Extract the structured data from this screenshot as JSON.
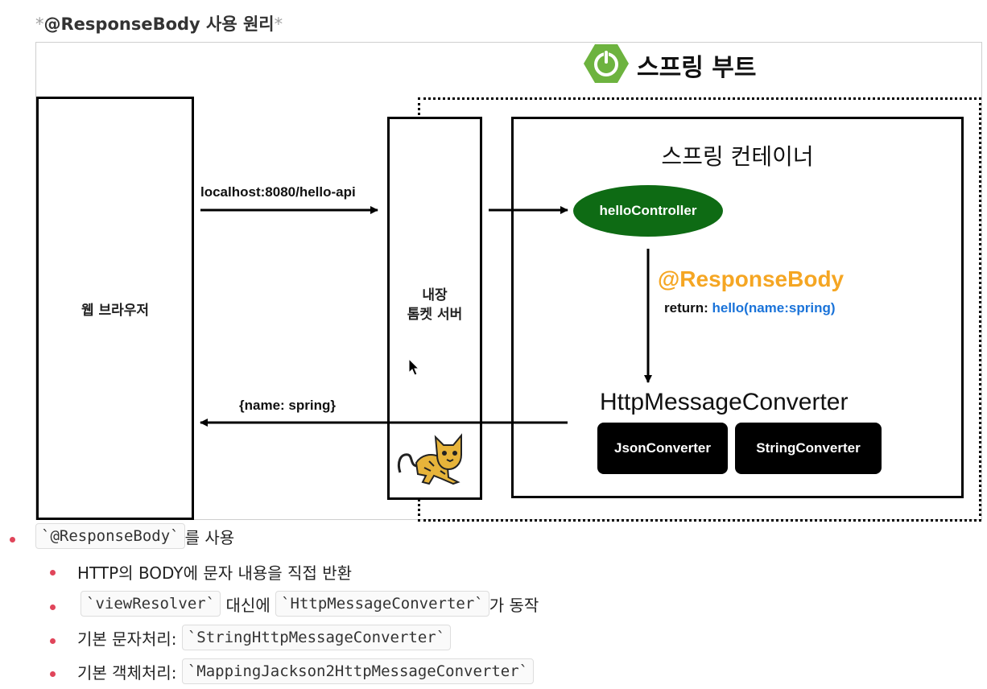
{
  "heading": {
    "prefix_ast": "*",
    "title": "@ResponseBody 사용 원리",
    "suffix_ast": "*"
  },
  "diagram": {
    "spring_boot_title": "스프링 부트",
    "browser_label": "웹 브라우저",
    "tomcat_label_line1": "내장",
    "tomcat_label_line2": "톰켓 서버",
    "container_title": "스프링 컨테이너",
    "request_url": "localhost:8080/hello-api",
    "controller_label": "helloController",
    "annotation_label": "@ResponseBody",
    "return_prefix": "return: ",
    "return_value": "hello(name:spring)",
    "converter_title": "HttpMessageConverter",
    "json_converter": "JsonConverter",
    "string_converter": "StringConverter",
    "response_body": "{name: spring}",
    "colors": {
      "controller_green": "#0e6b14",
      "annotation_orange": "#f5a623",
      "return_blue": "#1a73d9",
      "boot_logo_green": "#6db33f",
      "bullet_red": "#e0455a"
    }
  },
  "notes": {
    "item1_code": "`@ResponseBody`",
    "item1_text": "를 사용",
    "sub1_text": "HTTP의 BODY에 문자 내용을 직접 반환",
    "sub2_code1": "`viewResolver`",
    "sub2_text1": " 대신에 ",
    "sub2_code2": "`HttpMessageConverter`",
    "sub2_text2": "가 동작",
    "sub3_text": "기본 문자처리: ",
    "sub3_code": "`StringHttpMessageConverter`",
    "sub4_text": "기본 객체처리: ",
    "sub4_code": "`MappingJackson2HttpMessageConverter`"
  }
}
